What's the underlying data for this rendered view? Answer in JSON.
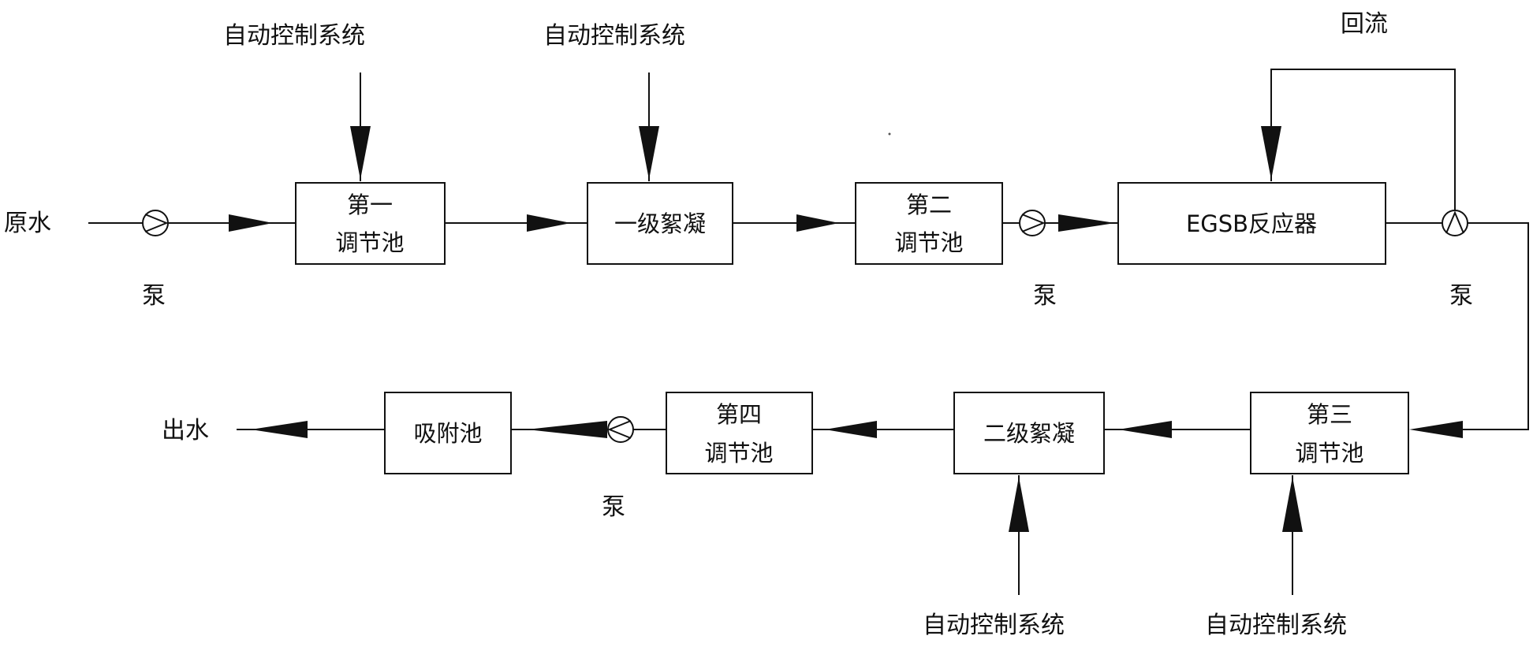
{
  "inlet_label": "原水",
  "outlet_label": "出水",
  "pump_label": "泵",
  "recycle_label": "回流",
  "control_label": "自动控制系统",
  "units": {
    "tank1_line1": "第一",
    "tank1_line2": "调节池",
    "floc1": "一级絮凝",
    "tank2_line1": "第二",
    "tank2_line2": "调节池",
    "egsb": "EGSB反应器",
    "tank3_line1": "第三",
    "tank3_line2": "调节池",
    "floc2": "二级絮凝",
    "tank4_line1": "第四",
    "tank4_line2": "调节池",
    "adsorption": "吸附池"
  },
  "colors": {
    "stroke": "#111111",
    "background": "#ffffff"
  },
  "icons": [
    "pump-icon",
    "flow-arrow-icon"
  ]
}
